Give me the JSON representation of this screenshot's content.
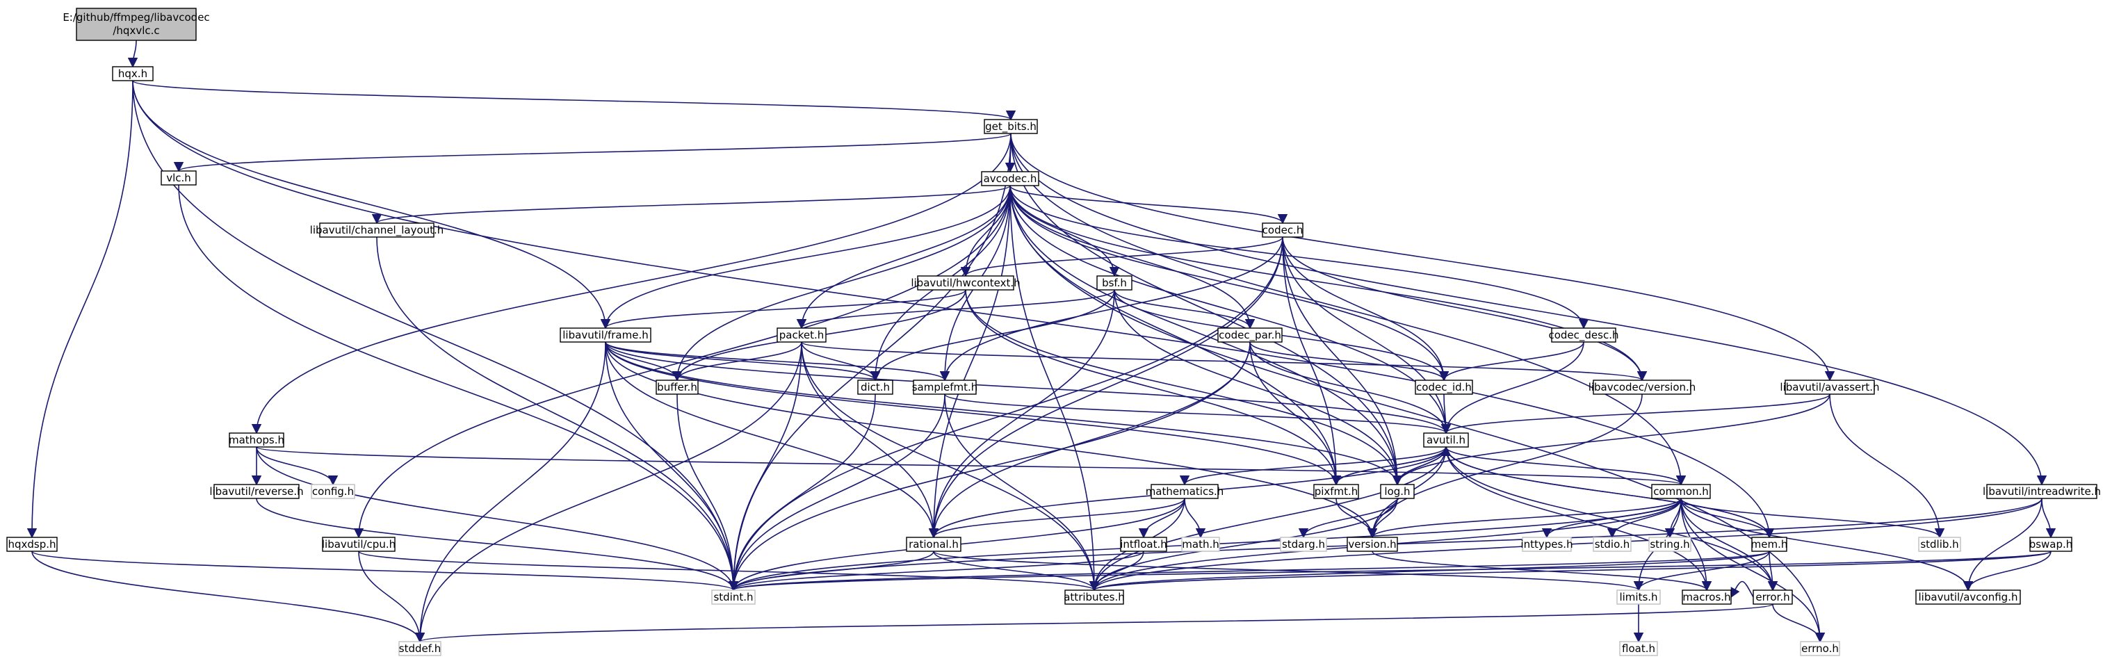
{
  "graph": {
    "root_file": {
      "line1": "E:/github/ffmpeg/libavcodec",
      "line2": "/hqxvlc.c"
    },
    "nodes": [
      {
        "id": "hqx_h",
        "label": "hqx.h"
      },
      {
        "id": "get_bits_h",
        "label": "get_bits.h"
      },
      {
        "id": "vlc_h",
        "label": "vlc.h"
      },
      {
        "id": "avcodec_h",
        "label": "avcodec.h"
      },
      {
        "id": "chlayout_h",
        "label": "libavutil/channel_layout.h"
      },
      {
        "id": "codec_h",
        "label": "codec.h"
      },
      {
        "id": "hwcontext_h",
        "label": "libavutil/hwcontext.h"
      },
      {
        "id": "bsf_h",
        "label": "bsf.h"
      },
      {
        "id": "frame_h",
        "label": "libavutil/frame.h"
      },
      {
        "id": "packet_h",
        "label": "packet.h"
      },
      {
        "id": "codec_par_h",
        "label": "codec_par.h"
      },
      {
        "id": "codec_desc_h",
        "label": "codec_desc.h"
      },
      {
        "id": "buffer_h",
        "label": "buffer.h"
      },
      {
        "id": "dict_h",
        "label": "dict.h"
      },
      {
        "id": "samplefmt_h",
        "label": "samplefmt.h"
      },
      {
        "id": "codec_id_h",
        "label": "codec_id.h"
      },
      {
        "id": "lavc_version_h",
        "label": "libavcodec/version.h"
      },
      {
        "id": "avassert_h",
        "label": "libavutil/avassert.h"
      },
      {
        "id": "mathops_h",
        "label": "mathops.h"
      },
      {
        "id": "avutil_h",
        "label": "avutil.h"
      },
      {
        "id": "reverse_h",
        "label": "libavutil/reverse.h"
      },
      {
        "id": "config_h",
        "label": "config.h"
      },
      {
        "id": "mathematics_h",
        "label": "mathematics.h"
      },
      {
        "id": "pixfmt_h",
        "label": "pixfmt.h"
      },
      {
        "id": "log_h",
        "label": "log.h"
      },
      {
        "id": "common_h",
        "label": "common.h"
      },
      {
        "id": "intreadwrite_h",
        "label": "libavutil/intreadwrite.h"
      },
      {
        "id": "hqxdsp_h",
        "label": "hqxdsp.h"
      },
      {
        "id": "cpu_h",
        "label": "libavutil/cpu.h"
      },
      {
        "id": "rational_h",
        "label": "rational.h"
      },
      {
        "id": "intfloat_h",
        "label": "intfloat.h"
      },
      {
        "id": "math_h",
        "label": "math.h"
      },
      {
        "id": "stdarg_h",
        "label": "stdarg.h"
      },
      {
        "id": "version_h",
        "label": "version.h"
      },
      {
        "id": "inttypes_h",
        "label": "inttypes.h"
      },
      {
        "id": "stdio_h",
        "label": "stdio.h"
      },
      {
        "id": "string_h",
        "label": "string.h"
      },
      {
        "id": "mem_h",
        "label": "mem.h"
      },
      {
        "id": "stdlib_h",
        "label": "stdlib.h"
      },
      {
        "id": "bswap_h",
        "label": "bswap.h"
      },
      {
        "id": "stdint_h",
        "label": "stdint.h"
      },
      {
        "id": "attributes_h",
        "label": "attributes.h"
      },
      {
        "id": "limits_h",
        "label": "limits.h"
      },
      {
        "id": "macros_h",
        "label": "macros.h"
      },
      {
        "id": "error_h",
        "label": "error.h"
      },
      {
        "id": "avconfig_h",
        "label": "libavutil/avconfig.h"
      },
      {
        "id": "stddef_h",
        "label": "stddef.h"
      },
      {
        "id": "errno_h",
        "label": "errno.h"
      },
      {
        "id": "float_h",
        "label": "float.h"
      }
    ],
    "edges": [
      [
        "root",
        "hqx_h"
      ],
      [
        "hqx_h",
        "get_bits_h"
      ],
      [
        "hqx_h",
        "frame_h"
      ],
      [
        "hqx_h",
        "mem_h"
      ],
      [
        "hqx_h",
        "hqxdsp_h"
      ],
      [
        "hqx_h",
        "stdint_h"
      ],
      [
        "get_bits_h",
        "vlc_h"
      ],
      [
        "get_bits_h",
        "avcodec_h"
      ],
      [
        "get_bits_h",
        "mathops_h"
      ],
      [
        "get_bits_h",
        "avassert_h"
      ],
      [
        "get_bits_h",
        "intreadwrite_h"
      ],
      [
        "get_bits_h",
        "common_h"
      ],
      [
        "get_bits_h",
        "log_h"
      ],
      [
        "get_bits_h",
        "stdint_h"
      ],
      [
        "vlc_h",
        "stdint_h"
      ],
      [
        "avcodec_h",
        "chlayout_h"
      ],
      [
        "avcodec_h",
        "codec_h"
      ],
      [
        "avcodec_h",
        "hwcontext_h"
      ],
      [
        "avcodec_h",
        "bsf_h"
      ],
      [
        "avcodec_h",
        "frame_h"
      ],
      [
        "avcodec_h",
        "packet_h"
      ],
      [
        "avcodec_h",
        "codec_par_h"
      ],
      [
        "avcodec_h",
        "codec_desc_h"
      ],
      [
        "avcodec_h",
        "buffer_h"
      ],
      [
        "avcodec_h",
        "dict_h"
      ],
      [
        "avcodec_h",
        "samplefmt_h"
      ],
      [
        "avcodec_h",
        "codec_id_h"
      ],
      [
        "avcodec_h",
        "lavc_version_h"
      ],
      [
        "avcodec_h",
        "avutil_h"
      ],
      [
        "avcodec_h",
        "cpu_h"
      ],
      [
        "avcodec_h",
        "rational_h"
      ],
      [
        "avcodec_h",
        "attributes_h"
      ],
      [
        "avcodec_h",
        "pixfmt_h"
      ],
      [
        "avcodec_h",
        "log_h"
      ],
      [
        "avcodec_h",
        "errno_h"
      ],
      [
        "chlayout_h",
        "stdint_h"
      ],
      [
        "codec_h",
        "hwcontext_h"
      ],
      [
        "codec_h",
        "samplefmt_h"
      ],
      [
        "codec_h",
        "codec_id_h"
      ],
      [
        "codec_h",
        "avutil_h"
      ],
      [
        "codec_h",
        "rational_h"
      ],
      [
        "codec_h",
        "pixfmt_h"
      ],
      [
        "codec_h",
        "log_h"
      ],
      [
        "codec_h",
        "lavc_version_h"
      ],
      [
        "codec_h",
        "stdint_h"
      ],
      [
        "hwcontext_h",
        "frame_h"
      ],
      [
        "hwcontext_h",
        "buffer_h"
      ],
      [
        "hwcontext_h",
        "pixfmt_h"
      ],
      [
        "hwcontext_h",
        "log_h"
      ],
      [
        "bsf_h",
        "packet_h"
      ],
      [
        "bsf_h",
        "codec_par_h"
      ],
      [
        "bsf_h",
        "codec_id_h"
      ],
      [
        "bsf_h",
        "dict_h"
      ],
      [
        "bsf_h",
        "log_h"
      ],
      [
        "bsf_h",
        "rational_h"
      ],
      [
        "frame_h",
        "buffer_h"
      ],
      [
        "frame_h",
        "dict_h"
      ],
      [
        "frame_h",
        "samplefmt_h"
      ],
      [
        "frame_h",
        "avutil_h"
      ],
      [
        "frame_h",
        "pixfmt_h"
      ],
      [
        "frame_h",
        "rational_h"
      ],
      [
        "frame_h",
        "version_h"
      ],
      [
        "frame_h",
        "stdint_h"
      ],
      [
        "frame_h",
        "stddef_h"
      ],
      [
        "frame_h",
        "log_h"
      ],
      [
        "packet_h",
        "buffer_h"
      ],
      [
        "packet_h",
        "dict_h"
      ],
      [
        "packet_h",
        "rational_h"
      ],
      [
        "packet_h",
        "attributes_h"
      ],
      [
        "packet_h",
        "lavc_version_h"
      ],
      [
        "packet_h",
        "stdint_h"
      ],
      [
        "packet_h",
        "stddef_h"
      ],
      [
        "codec_par_h",
        "codec_id_h"
      ],
      [
        "codec_par_h",
        "avutil_h"
      ],
      [
        "codec_par_h",
        "pixfmt_h"
      ],
      [
        "codec_par_h",
        "rational_h"
      ],
      [
        "codec_par_h",
        "stdint_h"
      ],
      [
        "codec_desc_h",
        "codec_id_h"
      ],
      [
        "codec_desc_h",
        "avutil_h"
      ],
      [
        "buffer_h",
        "stdint_h"
      ],
      [
        "dict_h",
        "stdint_h"
      ],
      [
        "samplefmt_h",
        "avutil_h"
      ],
      [
        "samplefmt_h",
        "attributes_h"
      ],
      [
        "samplefmt_h",
        "stdint_h"
      ],
      [
        "codec_id_h",
        "avutil_h"
      ],
      [
        "lavc_version_h",
        "version_h"
      ],
      [
        "avassert_h",
        "avutil_h"
      ],
      [
        "avassert_h",
        "log_h"
      ],
      [
        "avassert_h",
        "stdlib_h"
      ],
      [
        "mathops_h",
        "reverse_h"
      ],
      [
        "mathops_h",
        "config_h"
      ],
      [
        "mathops_h",
        "common_h"
      ],
      [
        "mathops_h",
        "stdint_h"
      ],
      [
        "reverse_h",
        "stdint_h"
      ],
      [
        "avutil_h",
        "mathematics_h"
      ],
      [
        "avutil_h",
        "pixfmt_h"
      ],
      [
        "avutil_h",
        "log_h"
      ],
      [
        "avutil_h",
        "common_h"
      ],
      [
        "avutil_h",
        "rational_h"
      ],
      [
        "avutil_h",
        "version_h"
      ],
      [
        "avutil_h",
        "error_h"
      ],
      [
        "avutil_h",
        "macros_h"
      ],
      [
        "avutil_h",
        "attributes_h"
      ],
      [
        "avutil_h",
        "mem_h"
      ],
      [
        "mathematics_h",
        "rational_h"
      ],
      [
        "mathematics_h",
        "intfloat_h"
      ],
      [
        "mathematics_h",
        "math_h"
      ],
      [
        "mathematics_h",
        "attributes_h"
      ],
      [
        "mathematics_h",
        "stdint_h"
      ],
      [
        "pixfmt_h",
        "version_h"
      ],
      [
        "pixfmt_h",
        "avutil_h"
      ],
      [
        "log_h",
        "avutil_h"
      ],
      [
        "log_h",
        "stdarg_h"
      ],
      [
        "log_h",
        "version_h"
      ],
      [
        "log_h",
        "attributes_h"
      ],
      [
        "common_h",
        "version_h"
      ],
      [
        "common_h",
        "inttypes_h"
      ],
      [
        "common_h",
        "stdio_h"
      ],
      [
        "common_h",
        "string_h"
      ],
      [
        "common_h",
        "mem_h"
      ],
      [
        "common_h",
        "stdlib_h"
      ],
      [
        "common_h",
        "stdint_h"
      ],
      [
        "common_h",
        "attributes_h"
      ],
      [
        "common_h",
        "limits_h"
      ],
      [
        "common_h",
        "macros_h"
      ],
      [
        "common_h",
        "errno_h"
      ],
      [
        "common_h",
        "avconfig_h"
      ],
      [
        "common_h",
        "error_h"
      ],
      [
        "intreadwrite_h",
        "bswap_h"
      ],
      [
        "intreadwrite_h",
        "avconfig_h"
      ],
      [
        "intreadwrite_h",
        "attributes_h"
      ],
      [
        "intreadwrite_h",
        "stdint_h"
      ],
      [
        "hqxdsp_h",
        "stdint_h"
      ],
      [
        "hqxdsp_h",
        "stddef_h"
      ],
      [
        "cpu_h",
        "stddef_h"
      ],
      [
        "cpu_h",
        "attributes_h"
      ],
      [
        "rational_h",
        "stdint_h"
      ],
      [
        "rational_h",
        "limits_h"
      ],
      [
        "rational_h",
        "attributes_h"
      ],
      [
        "intfloat_h",
        "stdint_h"
      ],
      [
        "intfloat_h",
        "attributes_h"
      ],
      [
        "mem_h",
        "limits_h"
      ],
      [
        "mem_h",
        "stdint_h"
      ],
      [
        "mem_h",
        "attributes_h"
      ],
      [
        "mem_h",
        "error_h"
      ],
      [
        "mem_h",
        "avutil_h"
      ],
      [
        "bswap_h",
        "stdint_h"
      ],
      [
        "bswap_h",
        "avconfig_h"
      ],
      [
        "bswap_h",
        "attributes_h"
      ],
      [
        "limits_h",
        "float_h"
      ],
      [
        "error_h",
        "errno_h"
      ],
      [
        "error_h",
        "stddef_h"
      ],
      [
        "error_h",
        "macros_h"
      ],
      [
        "version_h",
        "macros_h"
      ]
    ]
  }
}
